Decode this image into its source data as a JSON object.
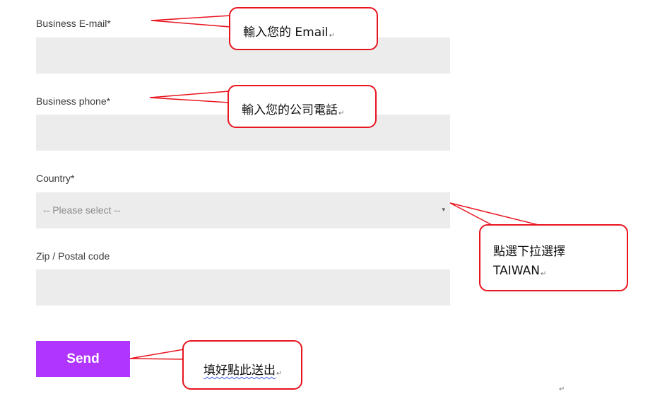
{
  "form": {
    "email_label": "Business E-mail*",
    "phone_label": "Business phone*",
    "country_label": "Country*",
    "country_placeholder": "-- Please select --",
    "zip_label": "Zip / Postal code",
    "send_label": "Send"
  },
  "callouts": {
    "email": "輸入您的 Email",
    "phone": "輸入您的公司電話",
    "country_line1": "點選下拉選擇",
    "country_line2": "TAIWAN",
    "send": "填好點此送出"
  },
  "symbols": {
    "return_mark": "↵",
    "dropdown_arrow": "▾"
  },
  "colors": {
    "button": "#b035ff",
    "field": "#ececec",
    "callout_border": "#e8141e"
  }
}
